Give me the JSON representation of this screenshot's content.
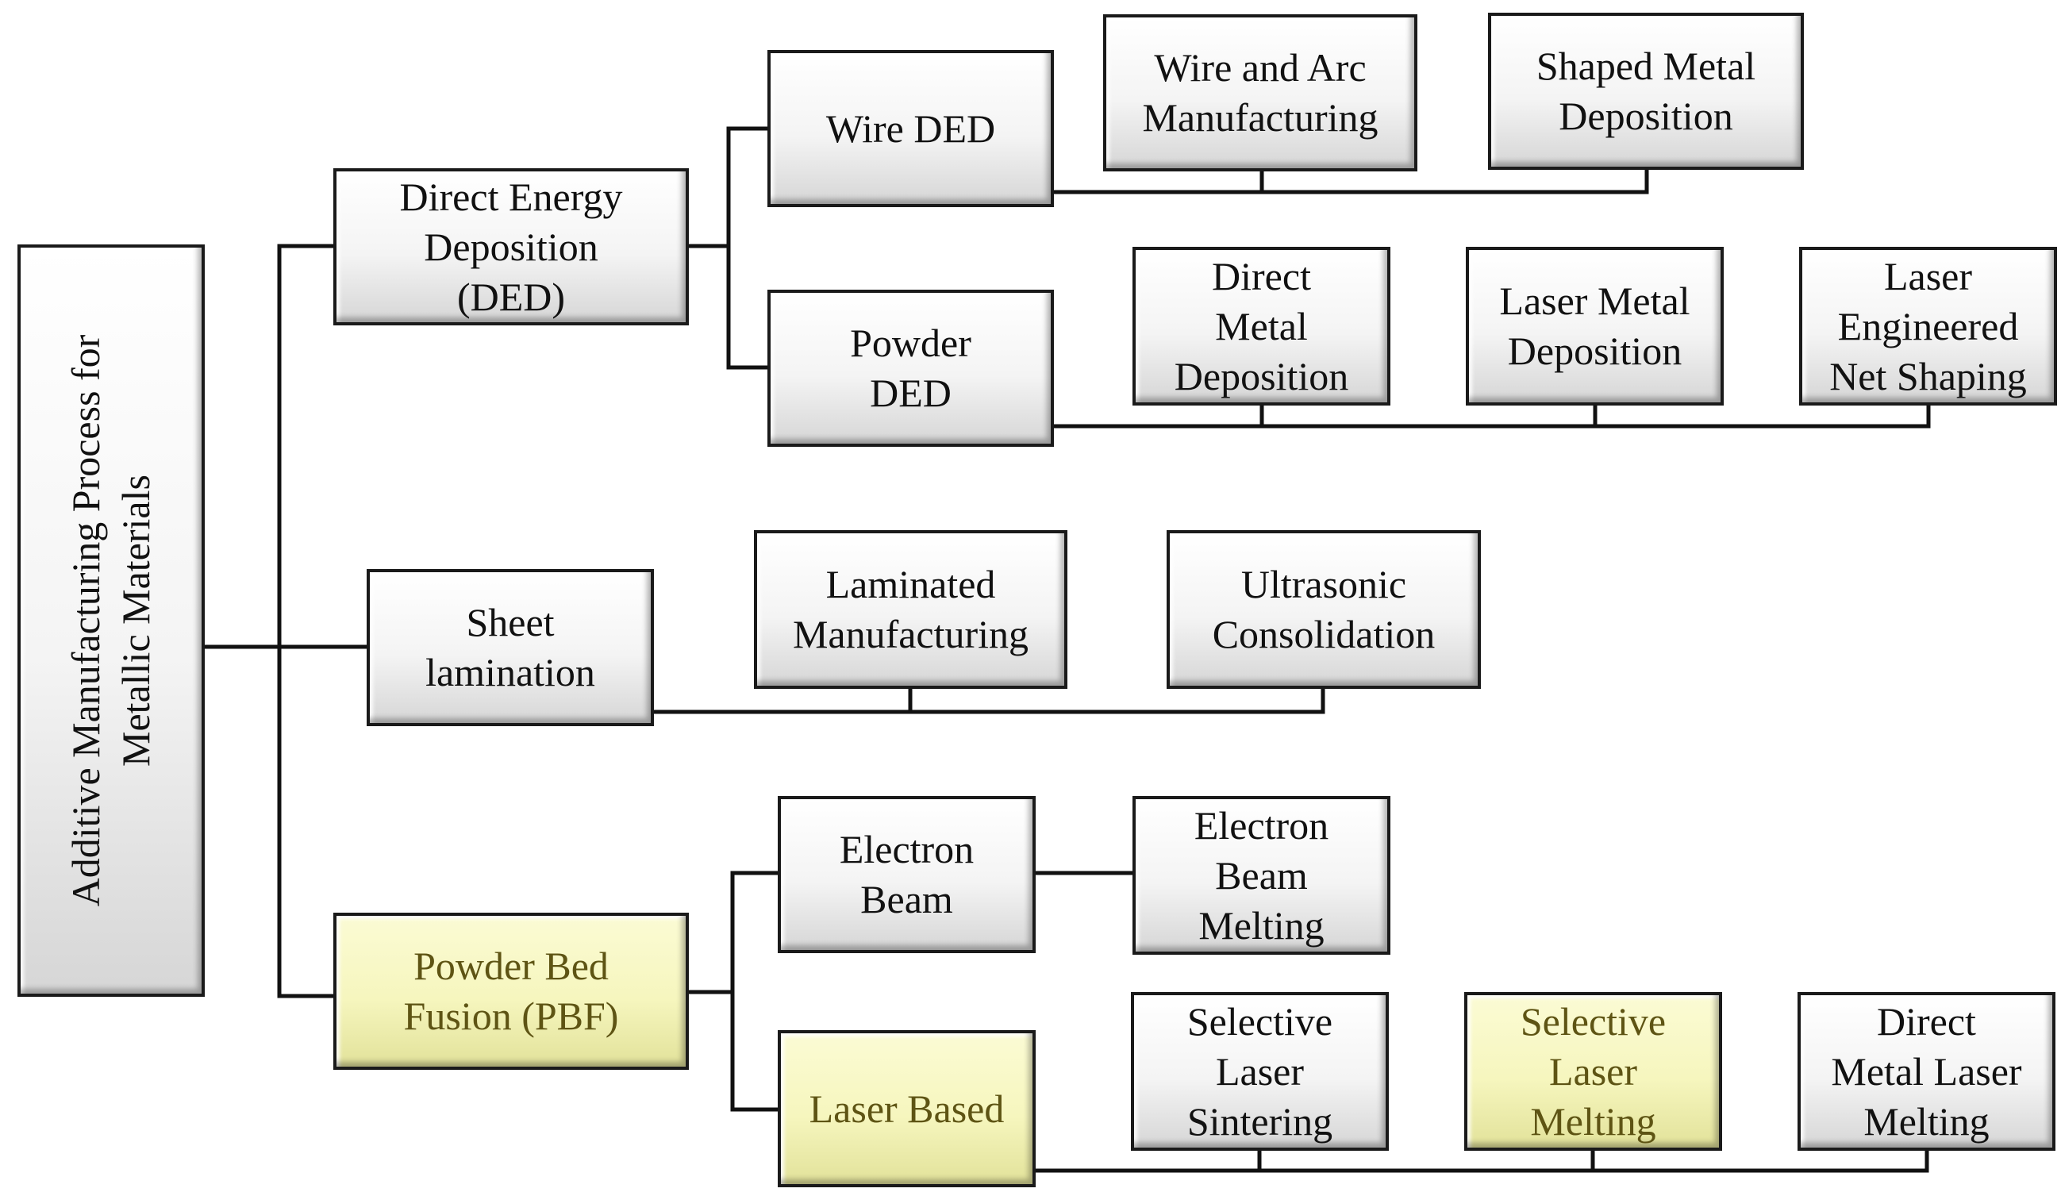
{
  "root": {
    "label": "Additive Manufacturing Process for\nMetallic Materials"
  },
  "ded": {
    "label": "Direct Energy\nDeposition\n(DED)",
    "wire": {
      "label": "Wire DED",
      "children": [
        "Wire and Arc\nManufacturing",
        "Shaped Metal\nDeposition"
      ]
    },
    "powder": {
      "label": "Powder\nDED",
      "children": [
        "Direct\nMetal\nDeposition",
        "Laser Metal\nDeposition",
        "Laser\nEngineered\nNet Shaping"
      ]
    }
  },
  "sheet": {
    "label": "Sheet\nlamination",
    "children": [
      "Laminated\nManufacturing",
      "Ultrasonic\nConsolidation"
    ]
  },
  "pbf": {
    "label": "Powder Bed\nFusion (PBF)",
    "electron": {
      "label": "Electron\nBeam",
      "children": [
        "Electron\nBeam\nMelting"
      ]
    },
    "laser": {
      "label": "Laser Based",
      "children": [
        "Selective\nLaser\nSintering",
        "Selective\nLaser\nMelting",
        "Direct\nMetal Laser\nMelting"
      ]
    }
  },
  "colors": {
    "line": "#111111",
    "box_fill": "#f4f4f4",
    "highlight_fill": "#f6f6be",
    "highlight_text": "#5e5414"
  }
}
